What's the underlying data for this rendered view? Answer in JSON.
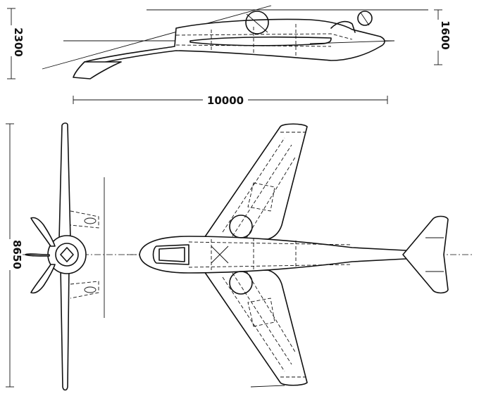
{
  "drawing": {
    "dimensions": {
      "side_height": "2300",
      "tail_height": "1600",
      "length": "10000",
      "span": "8650"
    }
  }
}
